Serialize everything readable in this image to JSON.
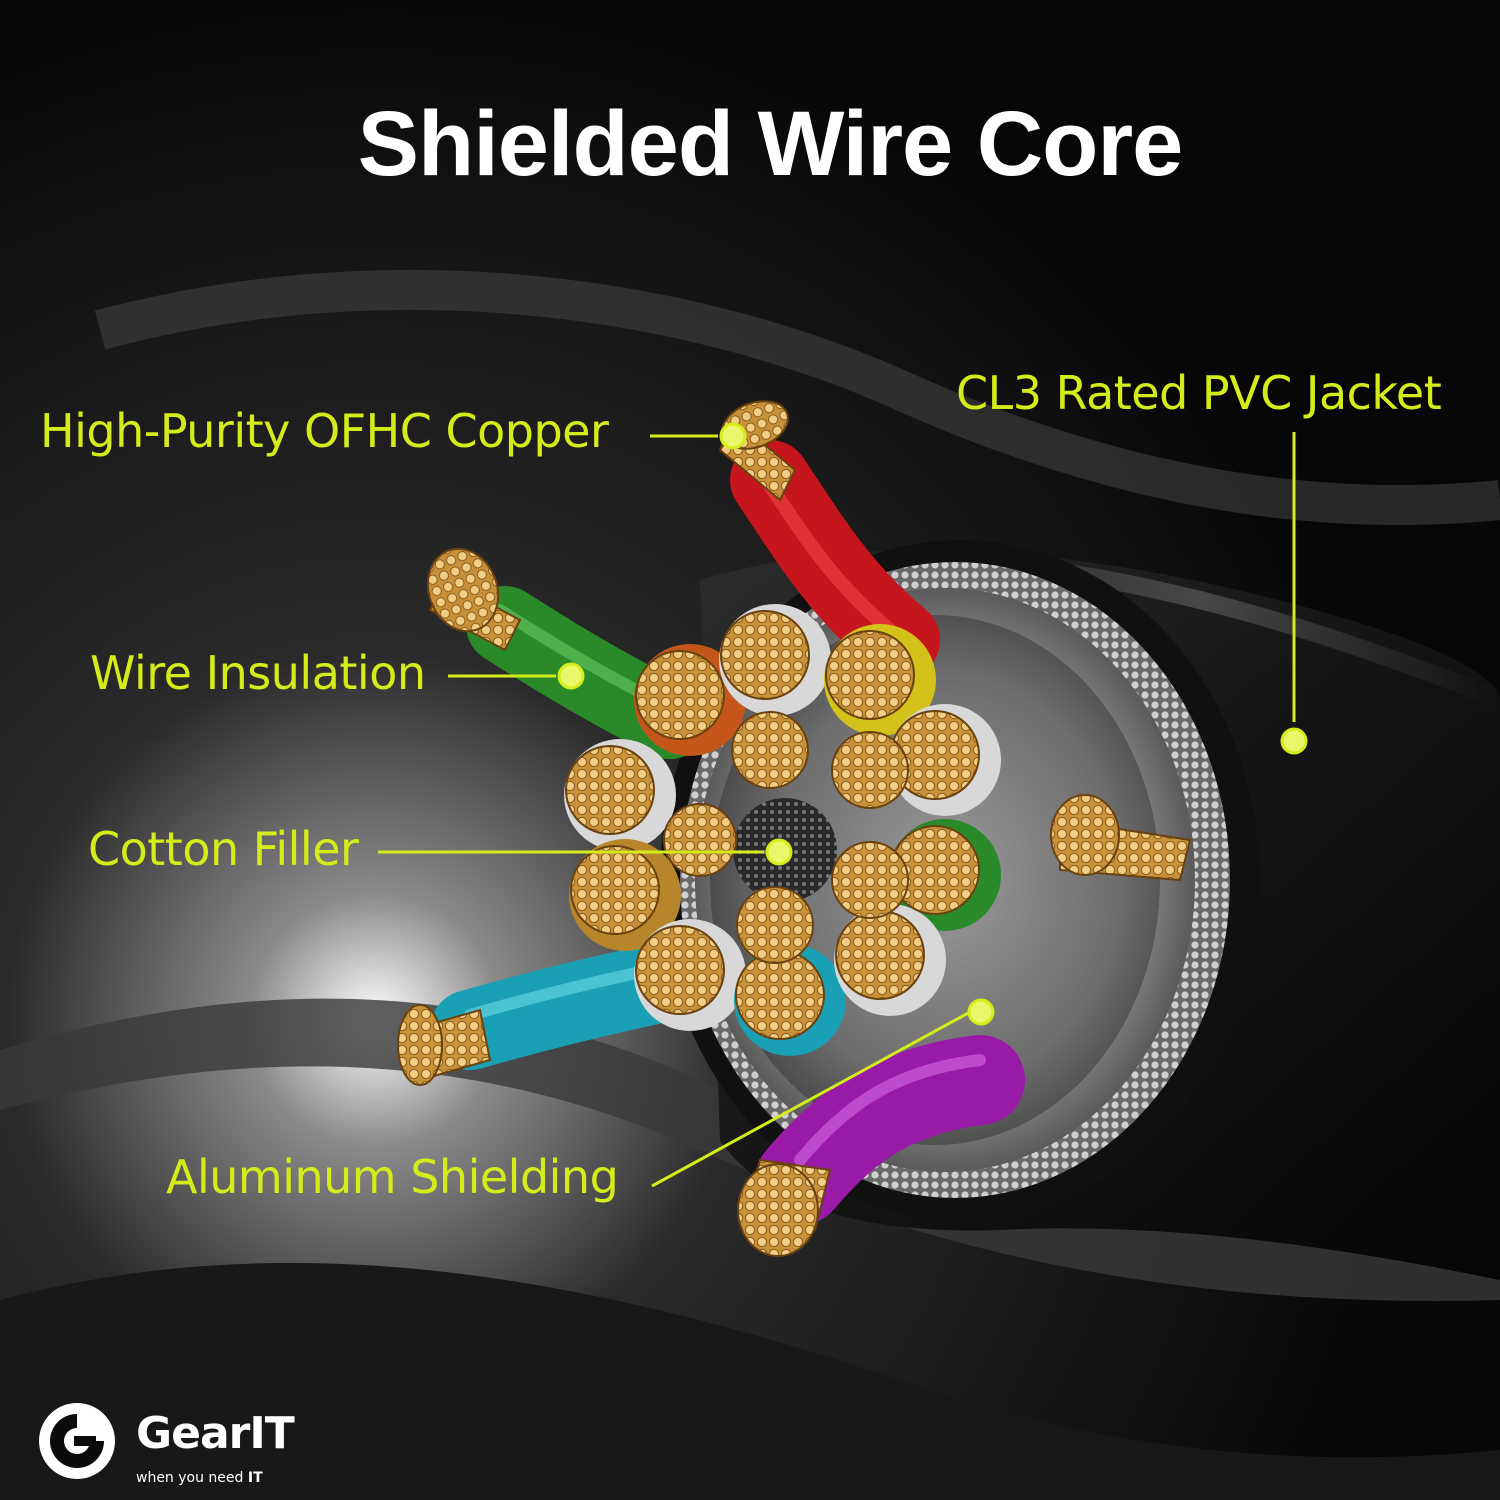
{
  "title": "Shielded Wire Core",
  "labels": {
    "copper": "High-Purity OFHC Copper",
    "insulation": "Wire Insulation",
    "cotton": "Cotton Filler",
    "aluminum": "Aluminum Shielding",
    "jacket": "CL3 Rated PVC Jacket"
  },
  "brand": {
    "name": "GearIT",
    "tagline_prefix": "when you need ",
    "tagline_emphasis": "IT"
  },
  "colors": {
    "accent": "#d4ed1a",
    "background": "#0b0b0b",
    "copper": "#d9a84c",
    "wire_red": "#c4161c",
    "wire_green": "#2a8a2a",
    "wire_cyan": "#1aa0b4",
    "wire_purple": "#9a1aa8",
    "wire_yellow": "#d4c21a",
    "wire_orange": "#c4561a",
    "wire_white": "#d8d8d8"
  },
  "icons": [
    "gearit-logo-icon"
  ]
}
